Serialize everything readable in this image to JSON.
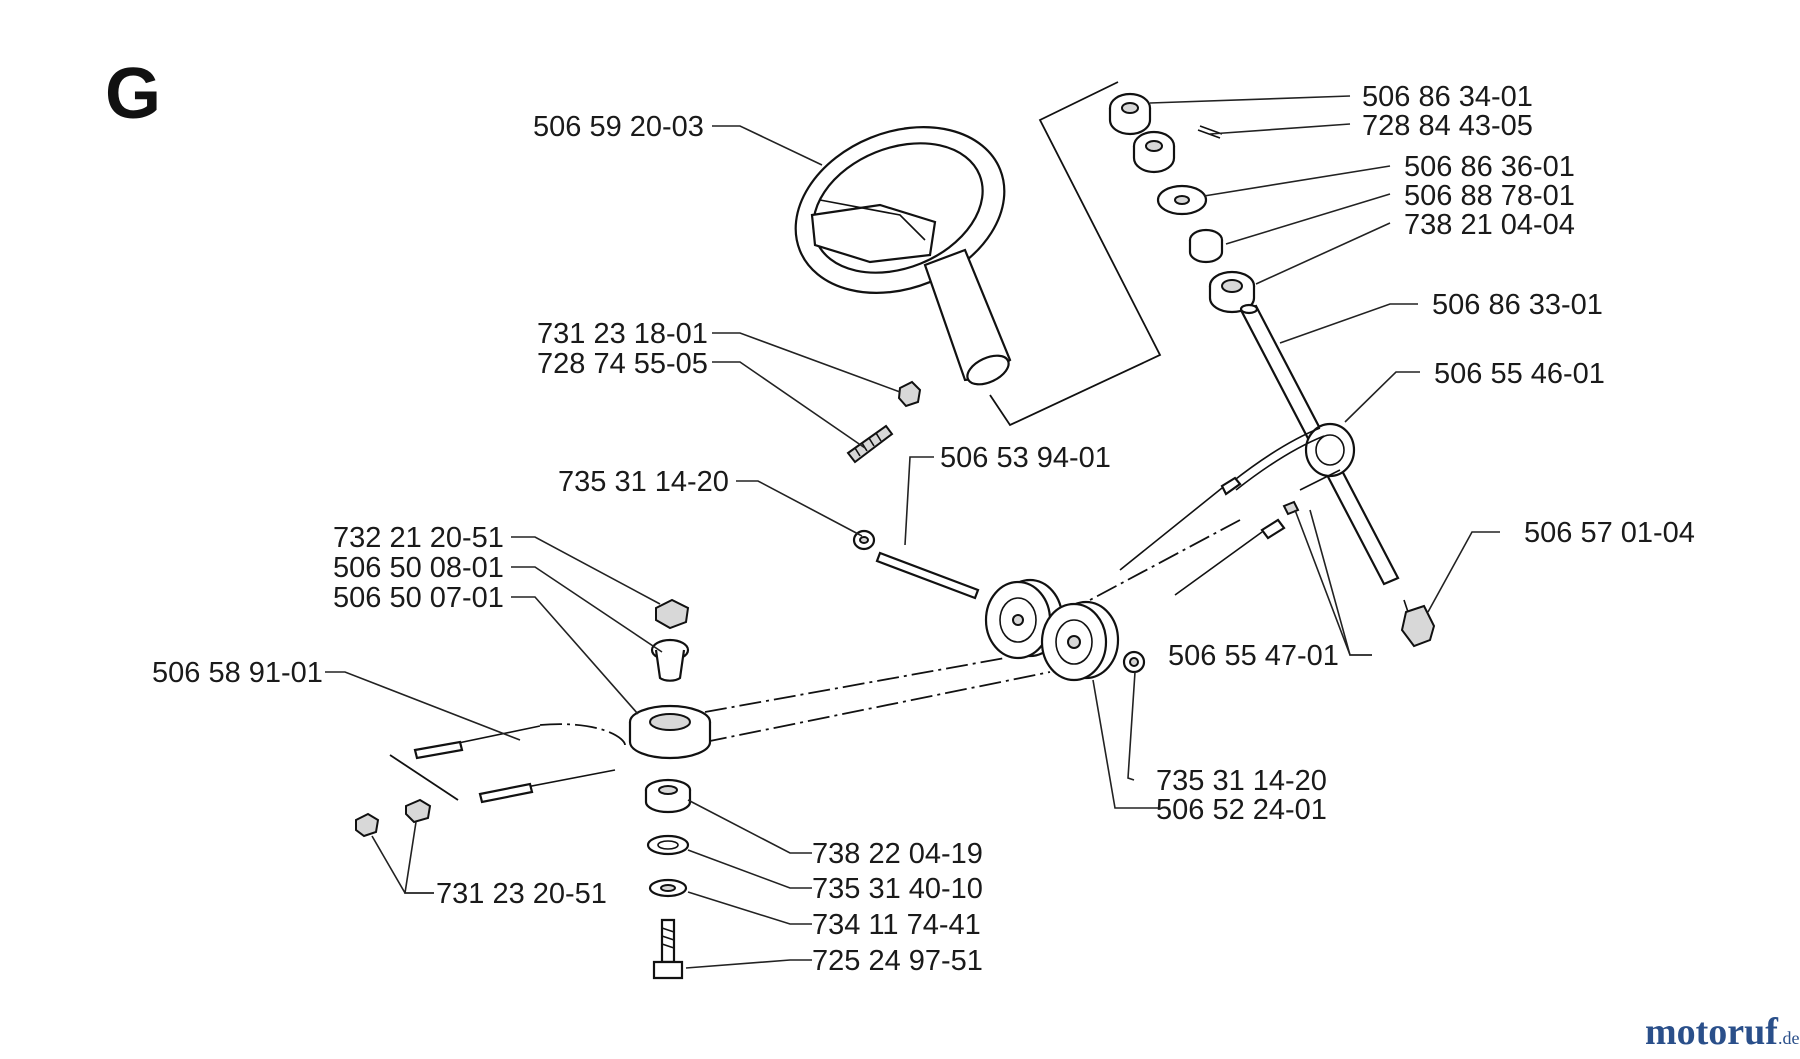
{
  "section_letter": "G",
  "watermark": {
    "name": "motoruf",
    "tld": ".de"
  },
  "labels": [
    {
      "id": "l1",
      "text": "506 86 34-01"
    },
    {
      "id": "l2",
      "text": "728 84 43-05"
    },
    {
      "id": "l3",
      "text": "506 86 36-01"
    },
    {
      "id": "l4",
      "text": "506 88 78-01"
    },
    {
      "id": "l5",
      "text": "738 21 04-04"
    },
    {
      "id": "l6",
      "text": "506 86 33-01"
    },
    {
      "id": "l7",
      "text": "506 55 46-01"
    },
    {
      "id": "l8",
      "text": "506 57 01-04"
    },
    {
      "id": "l9",
      "text": "506 59 20-03"
    },
    {
      "id": "l10",
      "text": "731 23 18-01"
    },
    {
      "id": "l11",
      "text": "728 74 55-05"
    },
    {
      "id": "l12",
      "text": "506 53 94-01"
    },
    {
      "id": "l13",
      "text": "735 31 14-20"
    },
    {
      "id": "l14",
      "text": "732 21 20-51"
    },
    {
      "id": "l15",
      "text": "506 50 08-01"
    },
    {
      "id": "l16",
      "text": "506 50 07-01"
    },
    {
      "id": "l17",
      "text": "506 58 91-01"
    },
    {
      "id": "l18",
      "text": "506 55 47-01"
    },
    {
      "id": "l19",
      "text": "735 31 14-20"
    },
    {
      "id": "l20",
      "text": "506 52 24-01"
    },
    {
      "id": "l21",
      "text": "738 22 04-19"
    },
    {
      "id": "l22",
      "text": "735 31 40-10"
    },
    {
      "id": "l23",
      "text": "734 11 74-41"
    },
    {
      "id": "l24",
      "text": "725 24 97-51"
    },
    {
      "id": "l25",
      "text": "731 23 20-51"
    }
  ]
}
